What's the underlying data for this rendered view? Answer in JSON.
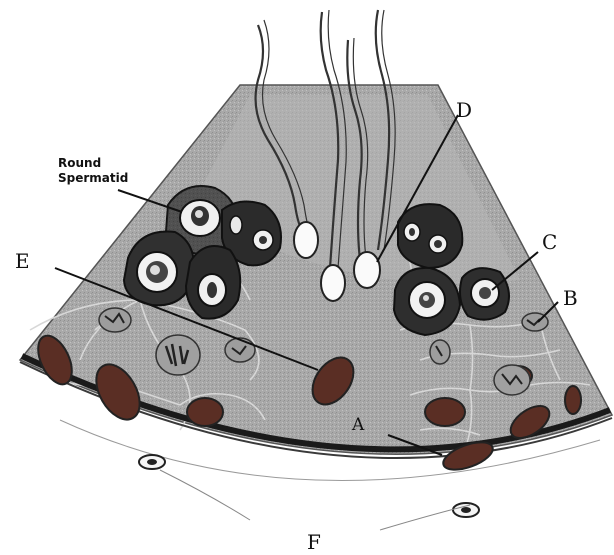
{
  "labels": {
    "round_spermatid_line1": "Round",
    "round_spermatid_line2": "Spermatid",
    "a": "A",
    "b": "B",
    "c": "C",
    "d": "D",
    "e": "E",
    "f": "F"
  }
}
